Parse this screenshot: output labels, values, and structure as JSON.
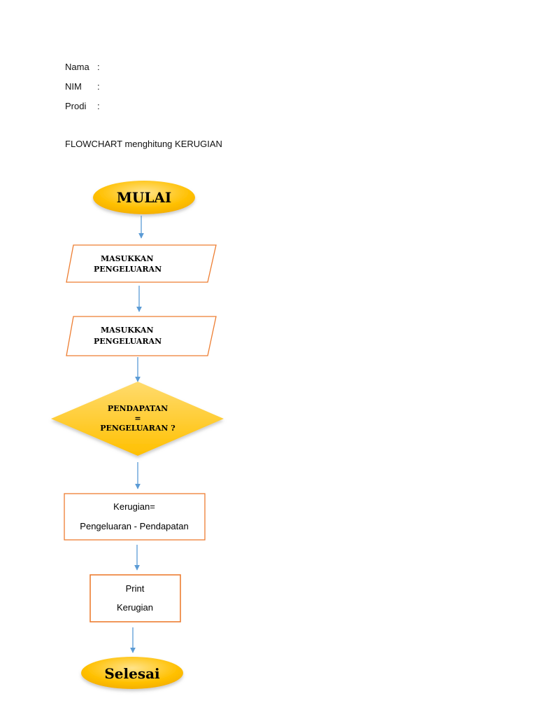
{
  "header": {
    "fields": [
      {
        "label": "Nama",
        "sep": ":"
      },
      {
        "label": "NIM",
        "sep": ":"
      },
      {
        "label": "Prodi",
        "sep": ":"
      }
    ],
    "title": "FLOWCHART menghitung KERUGIAN"
  },
  "flowchart": {
    "start": "MULAI",
    "input1": [
      "MASUKKAN",
      "PENGELUARAN"
    ],
    "input2": [
      "MASUKKAN",
      "PENGELUARAN"
    ],
    "decision": [
      "PENDAPATAN",
      "=",
      "PENGELUARAN ?"
    ],
    "process": [
      "Kerugian=",
      "Pengeluaran - Pendapatan"
    ],
    "output": [
      "Print",
      "Kerugian"
    ],
    "end": "Selesai"
  },
  "colors": {
    "terminal_fill": "#FFC000",
    "terminal_highlight": "#FFE38A",
    "box_border": "#ED7D31",
    "arrow": "#5B9BD5"
  }
}
